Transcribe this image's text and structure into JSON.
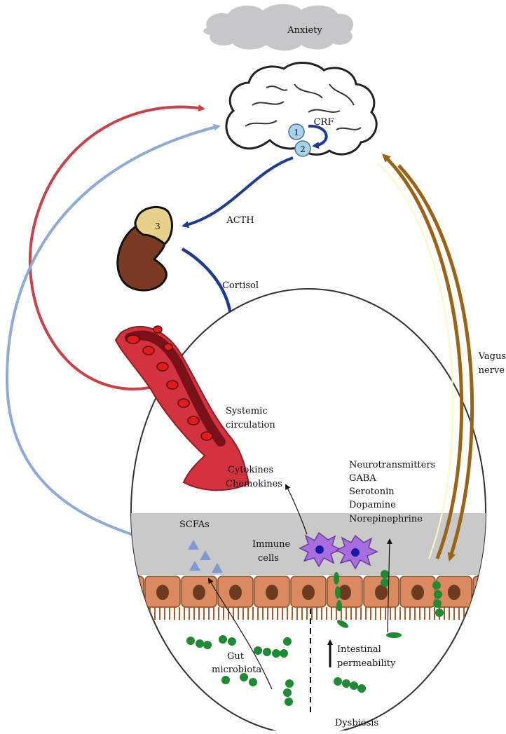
{
  "labels": {
    "anxiety": "Anxiety",
    "crf": "CRF",
    "acth": "ACTH",
    "cortisol": "Cortisol",
    "vagus_line1": "Vagus",
    "vagus_line2": "nerve",
    "systemic_line1": "Systemic",
    "systemic_line2": "circulation",
    "cytokines": "Cytokines",
    "chemokines": "Chemokines",
    "neurotransmitters": "Neurotransmitters",
    "gaba": "GABA",
    "serotonin": "Serotonin",
    "dopamine": "Dopamine",
    "norepinephrine": "Norepinephrine",
    "scfas": "SCFAs",
    "immune_line1": "Immune",
    "immune_line2": "cells",
    "gut_line1": "Gut",
    "gut_line2": "microbiota",
    "intestinal_line1": "Intestinal",
    "intestinal_line2": "permeability",
    "dysbiosis": "Dysbiosis"
  },
  "markers": {
    "hypothalamus": "1",
    "pituitary": "2",
    "adrenal": "3"
  },
  "colors": {
    "red_pathway": "#c8424a",
    "light_blue_pathway": "#8eaad6",
    "dark_blue_pathway": "#1f3c93",
    "vagus_brown": "#9a6416",
    "vagus_inner": "#fff6c2",
    "blood_vessel": "#d2333f",
    "epithelium": "#d98a5f",
    "mucus_band": "#c9c9c9",
    "microbe_green": "#1e8a34",
    "immune_purple": "#a86ee0",
    "scfa_triangle": "#7d99cf",
    "cloud": "#c7c7c9",
    "kidney": "#7a3a22",
    "adrenal_gland": "#e8d08a"
  }
}
